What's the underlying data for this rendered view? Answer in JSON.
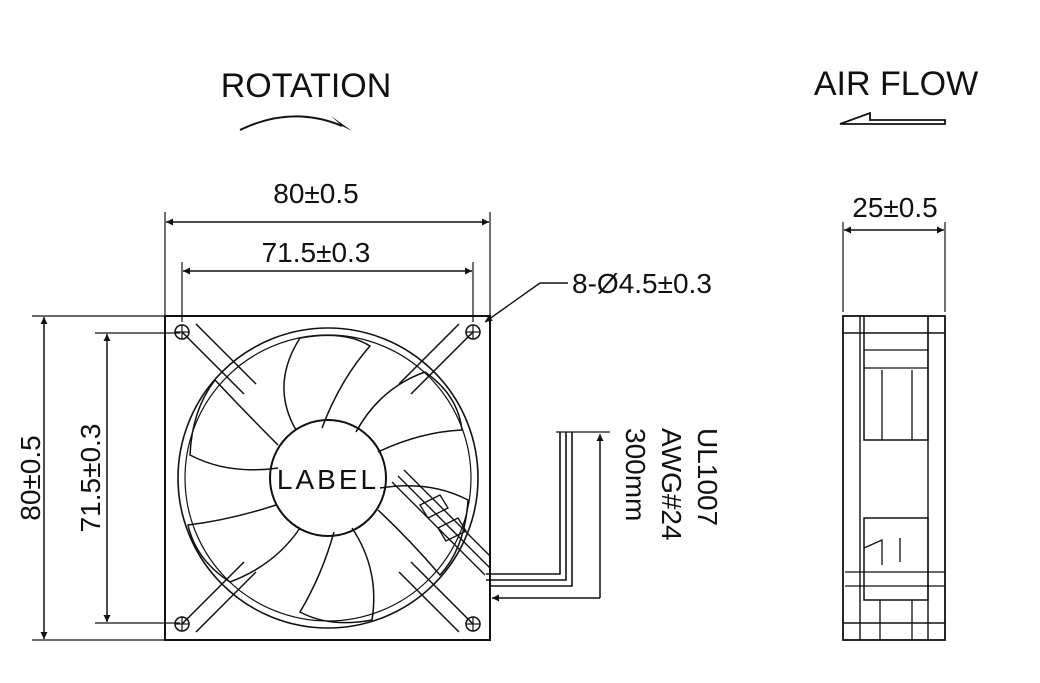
{
  "labels": {
    "rotation": "ROTATION",
    "airflow": "AIR FLOW",
    "outer_width": "80±0.5",
    "inner_width": "71.5±0.3",
    "outer_height": "80±0.5",
    "inner_height": "71.5±0.3",
    "depth": "25±0.5",
    "holes": "8-Ø4.5±0.3",
    "hub": "LABEL",
    "wire_line1": "UL1007",
    "wire_line2": "AWG#24",
    "wire_line3": "300mm"
  },
  "colors": {
    "ink": "#111111",
    "paper": "#ffffff"
  },
  "icons": {
    "rotation": "curved-arrow-right-icon",
    "airflow": "arrow-left-icon",
    "mounting_hole": "crosshair-circle-icon"
  }
}
